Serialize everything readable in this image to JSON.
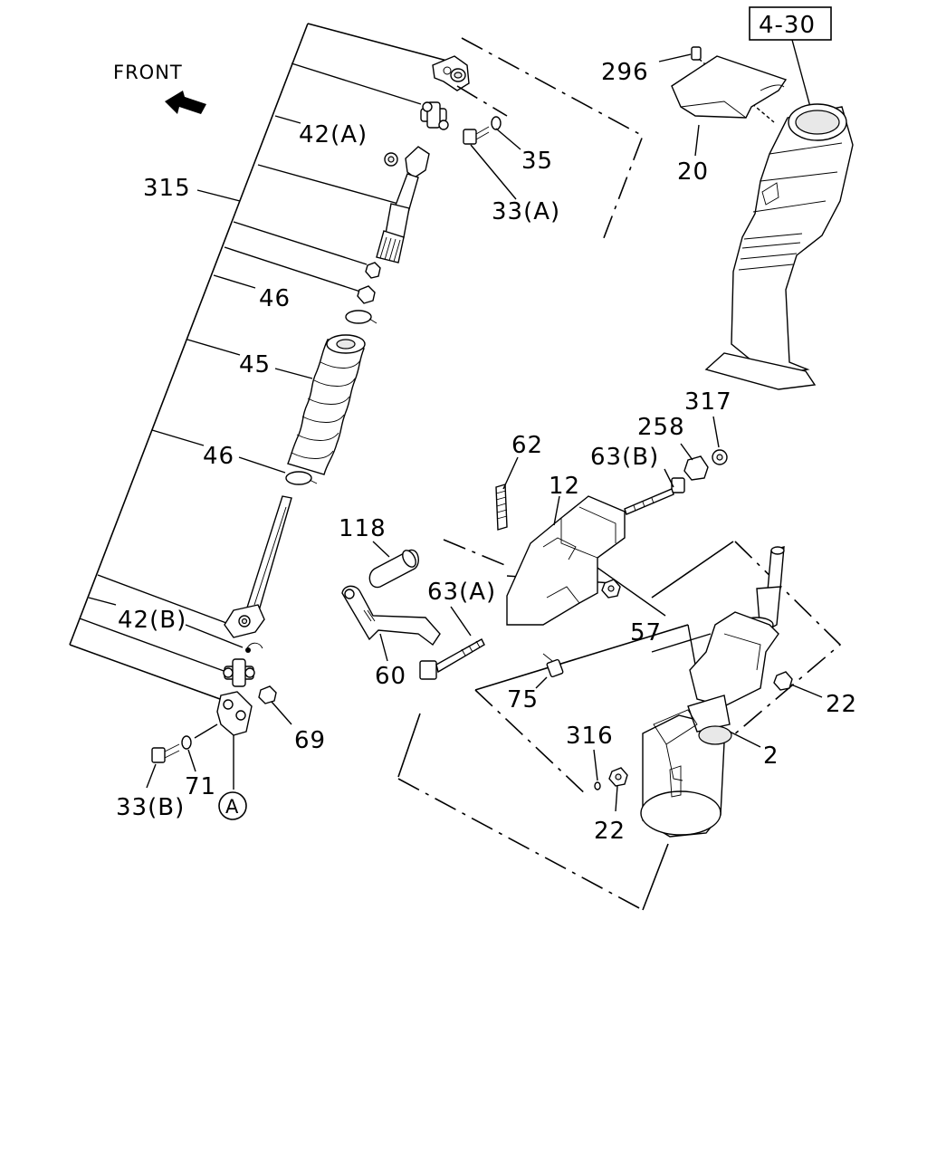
{
  "diagram": {
    "front_label": "FRONT",
    "ref_box": "4-30",
    "circle_ref": "A",
    "callouts": {
      "p296": "296",
      "p20": "20",
      "p42a": "42(A)",
      "p35": "35",
      "p315": "315",
      "p33a": "33(A)",
      "p46_upper": "46",
      "p45": "45",
      "p46_lower": "46",
      "p317": "317",
      "p258": "258",
      "p62": "62",
      "p63b": "63(B)",
      "p12": "12",
      "p118": "118",
      "p63a": "63(A)",
      "p57": "57",
      "p42b": "42(B)",
      "p60": "60",
      "p75": "75",
      "p22_right": "22",
      "p69": "69",
      "p316": "316",
      "p2": "2",
      "p71": "71",
      "p33b": "33(B)",
      "p22_lower": "22"
    }
  }
}
